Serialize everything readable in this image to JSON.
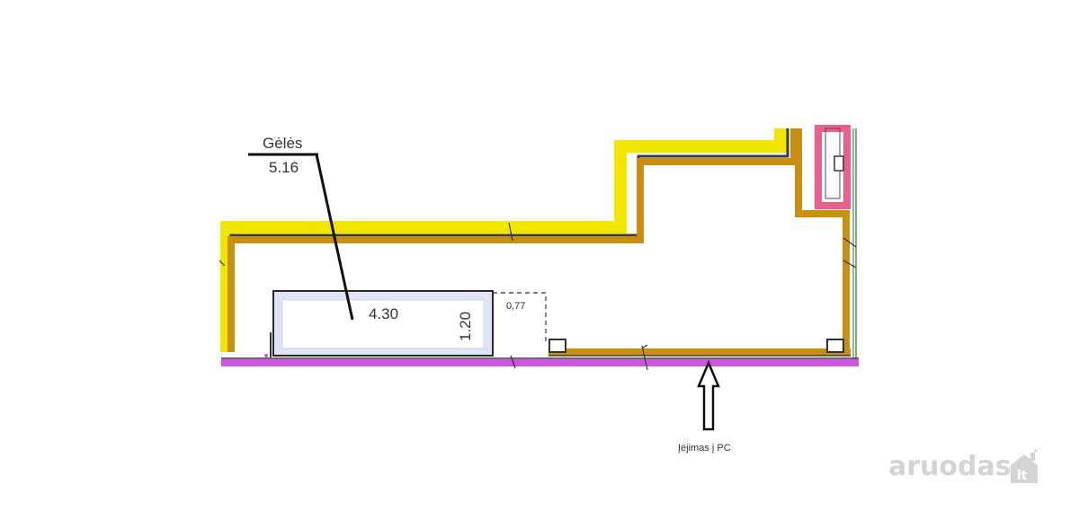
{
  "room": {
    "name": "Gėlės",
    "area": "5.16"
  },
  "counter": {
    "length": "4.30",
    "width": "1.20"
  },
  "offset": "0,77",
  "entrance": {
    "label": "Įėjimas į PC"
  },
  "watermark": {
    "brand": "aruodas",
    "badge": "lt"
  },
  "colors": {
    "outer_wall": "#f2e600",
    "inner_wall": "#c98f10",
    "facade": "#cc55dd",
    "pink_element": "#e8608a",
    "counter_fill": "#dde4f6",
    "green_line": "#6fb56f",
    "watermark": "#d4d4d4"
  }
}
